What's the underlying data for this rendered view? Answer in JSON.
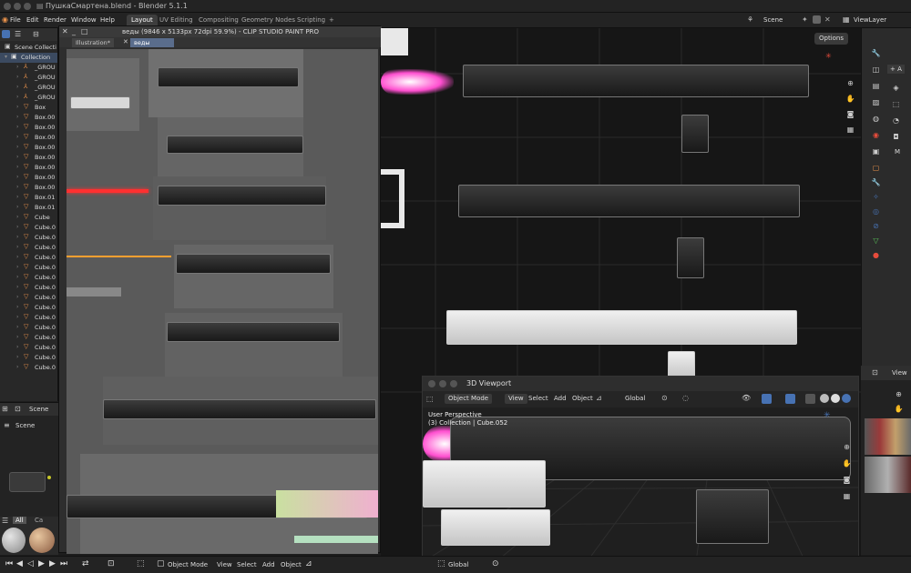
{
  "window": {
    "title": "ПушкаСмартена.blend - Blender 5.1.1"
  },
  "menu": [
    "File",
    "Edit",
    "Render",
    "Window",
    "Help"
  ],
  "workspace_tabs": [
    "Layout",
    "UV Editing",
    "Compositing",
    "Geometry Nodes",
    "Scripting"
  ],
  "workspace_active": "Layout",
  "add_tab": "+",
  "scene": {
    "label": "Scene",
    "view_layer": "ViewLayer"
  },
  "outliner": {
    "scene_collection": "Scene Collecti",
    "collection": "Collection",
    "items": [
      "_GROU",
      "_GROU",
      "_GROU",
      "_GROU",
      "Box",
      "Box.00",
      "Box.00",
      "Box.00",
      "Box.00",
      "Box.00",
      "Box.00",
      "Box.00",
      "Box.00",
      "Box.01",
      "Box.01",
      "Cube",
      "Cube.0",
      "Cube.0",
      "Cube.0",
      "Cube.0",
      "Cube.0",
      "Cube.0",
      "Cube.0",
      "Cube.0",
      "Cube.0",
      "Cube.0",
      "Cube.0",
      "Cube.0",
      "Cube.0",
      "Cube.0",
      "Cube.0"
    ]
  },
  "node_editor": {
    "scene_label": "Scene",
    "scene_btn": "Scene"
  },
  "assets": {
    "all": "All",
    "cat": "Ca"
  },
  "clip": {
    "title": "веды (9846 x 5133px 72dpi 59.9%) - CLIP STUDIO PAINT PRO",
    "tabs": [
      "Illustration*",
      "веды"
    ]
  },
  "viewport_main": {
    "options": "Options"
  },
  "viewport2": {
    "title": "3D Viewport",
    "mode": "Object Mode",
    "menus": [
      "View",
      "Select",
      "Add",
      "Object"
    ],
    "orient": "Global",
    "overlay_line1": "User Perspective",
    "overlay_line2": "(3) Collection | Cube.052"
  },
  "right_panel": {
    "add_btn": "+ A",
    "m_btn": "M",
    "view_label": "View"
  },
  "bottom": {
    "mode": "Object Mode",
    "menus": [
      "View",
      "Select",
      "Add",
      "Object"
    ],
    "orient": "Global"
  },
  "colors": {
    "accent": "#e8914b",
    "tab_active": "#3d3d3d",
    "select_blue": "#5a6d8c",
    "pink_glow": "#ff4fd0",
    "red_laser": "#ff3030",
    "orange_laser": "#ffa030"
  }
}
